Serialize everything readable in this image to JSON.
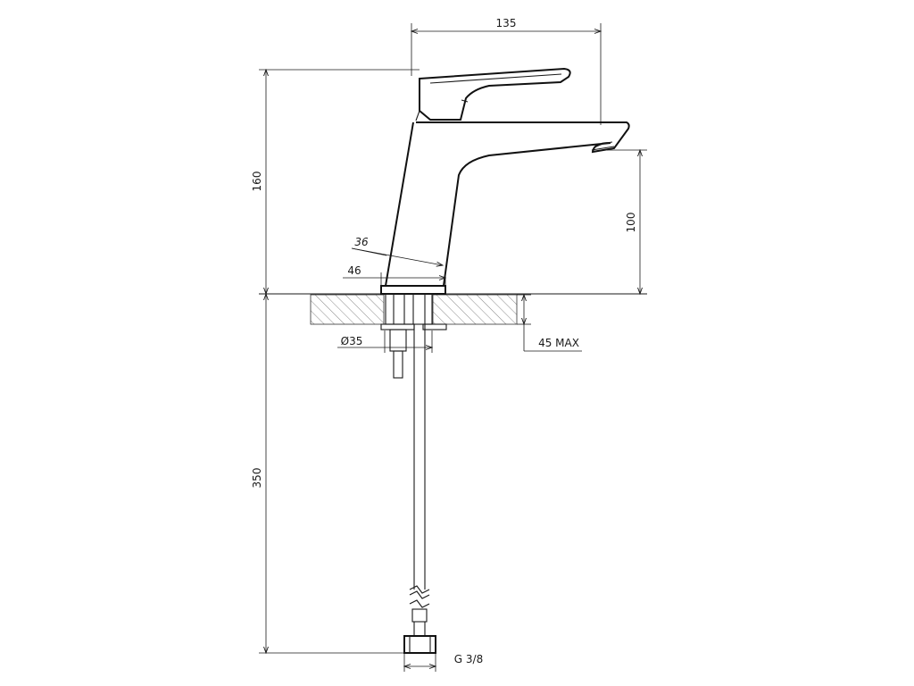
{
  "dimensions": {
    "spout_reach": "135",
    "total_height": "160",
    "spout_height": "100",
    "body_width": "36",
    "base_width": "46",
    "shank_diameter": "Ø35",
    "max_deck_thickness": "45 MAX",
    "hose_length": "350",
    "hose_thread": "G 3/8"
  }
}
